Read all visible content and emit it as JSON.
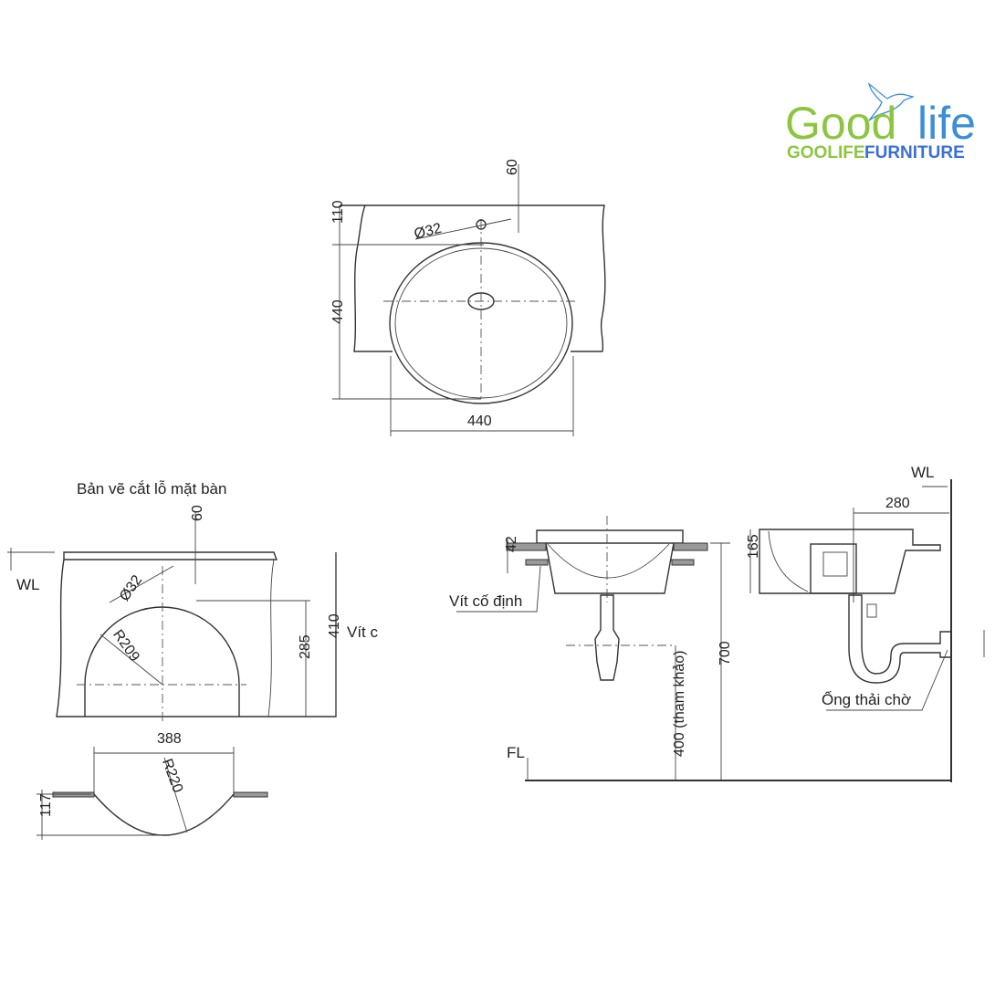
{
  "logo": {
    "wordmark_green": "Good",
    "wordmark_blue": "life",
    "tagline_green": "GOOLIFE",
    "tagline_blue": "FURNITURE",
    "colors": {
      "green": "#8cc63f",
      "blue": "#3b6fd6"
    }
  },
  "top_view": {
    "dim_top_offset": "60",
    "dim_drain": "Ø32",
    "dim_left_top": "110",
    "dim_left_depth": "440",
    "dim_width": "440"
  },
  "cutout_view": {
    "title": "Bản vẽ cắt lỗ mặt bàn",
    "wall_level": "WL",
    "dim_offset": "60",
    "dim_drain": "Ø32",
    "dim_radius": "R209",
    "dim_285": "285",
    "dim_410": "410",
    "cut_label": "Vít c",
    "dim_width": "388",
    "dim_radius2": "R220",
    "dim_depth": "117"
  },
  "front_view": {
    "dim_42": "42",
    "screw_label": "Vít cố định",
    "dim_400": "400 (tham khảo)",
    "dim_700": "700",
    "floor_level": "FL"
  },
  "side_view": {
    "wall_level": "WL",
    "dim_280": "280",
    "dim_165": "165",
    "drain_label": "Ống thải chờ"
  }
}
